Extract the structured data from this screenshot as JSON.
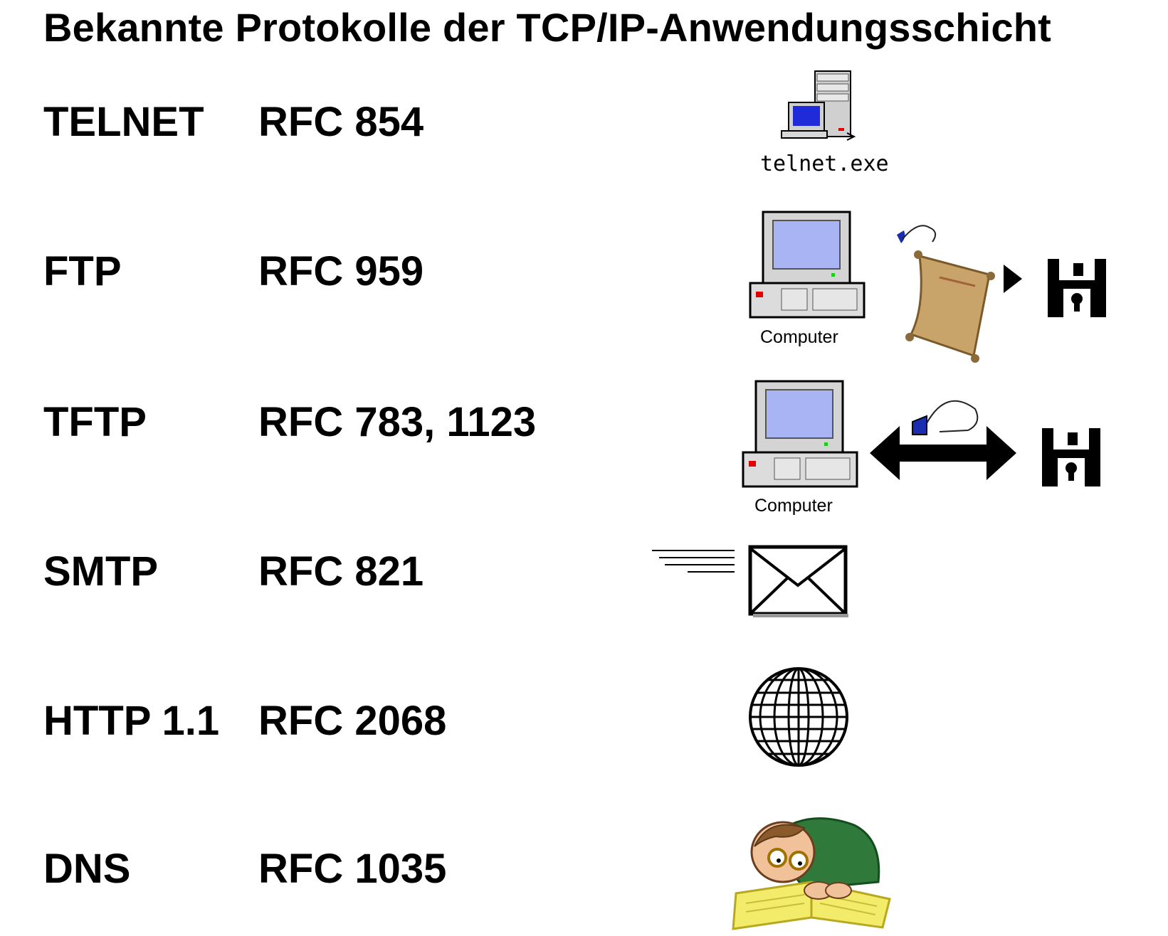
{
  "page": {
    "title": "Bekannte Protokolle der TCP/IP-Anwendungsschicht"
  },
  "protocols": [
    {
      "name": "TELNET",
      "rfc": "RFC 854",
      "icon": "server-workstation-icon",
      "caption": "telnet.exe"
    },
    {
      "name": "FTP",
      "rfc": "RFC 959",
      "icon": "computer-scroll-floppy-icon",
      "caption": "Computer"
    },
    {
      "name": "TFTP",
      "rfc": "RFC 783, 1123",
      "icon": "computer-double-arrow-floppy-icon",
      "caption": "Computer"
    },
    {
      "name": "SMTP",
      "rfc": "RFC 821",
      "icon": "envelope-icon"
    },
    {
      "name": "HTTP 1.1",
      "rfc": "RFC 2068",
      "icon": "globe-icon"
    },
    {
      "name": "DNS",
      "rfc": "RFC 1035",
      "icon": "reader-book-icon"
    }
  ],
  "colors": {
    "screen": "#a8b4f4",
    "case": "#d8d8d8",
    "scroll": "#c9a46a",
    "cable": "#1a2cb0",
    "book": "#f2ec6a",
    "figure": "#2f7a3a"
  }
}
